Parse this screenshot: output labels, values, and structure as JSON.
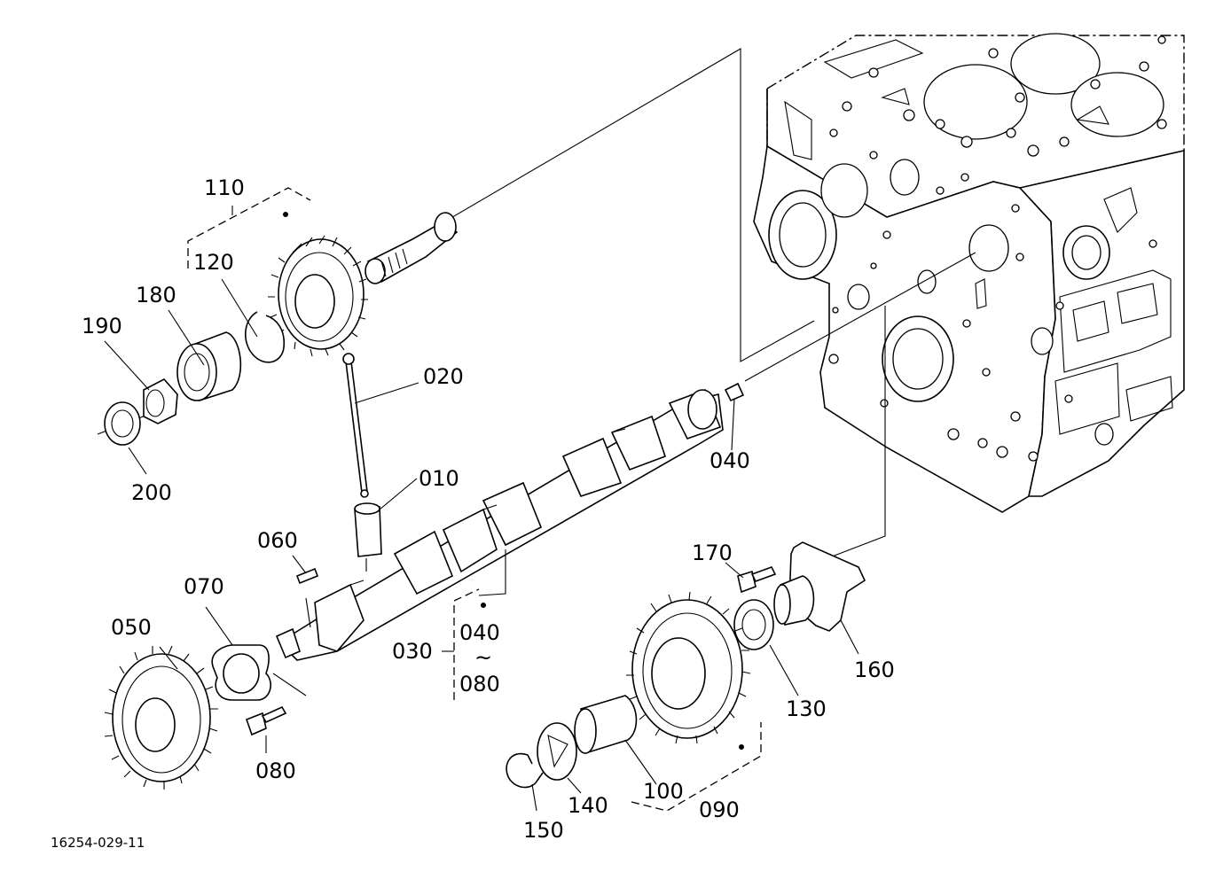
{
  "diagram": {
    "document_number": "16254-029-11",
    "callouts": {
      "p010": "010",
      "p020": "020",
      "p030": "030",
      "p040_a": "040",
      "p040_b": "040",
      "p050": "050",
      "p060": "060",
      "p070": "070",
      "p080_a": "080",
      "p080_b": "080",
      "p090": "090",
      "p100": "100",
      "p110": "110",
      "p120": "120",
      "p130": "130",
      "p140": "140",
      "p150": "150",
      "p160": "160",
      "p170": "170",
      "p180": "180",
      "p190": "190",
      "p200": "200",
      "range_tilde": "~"
    }
  }
}
